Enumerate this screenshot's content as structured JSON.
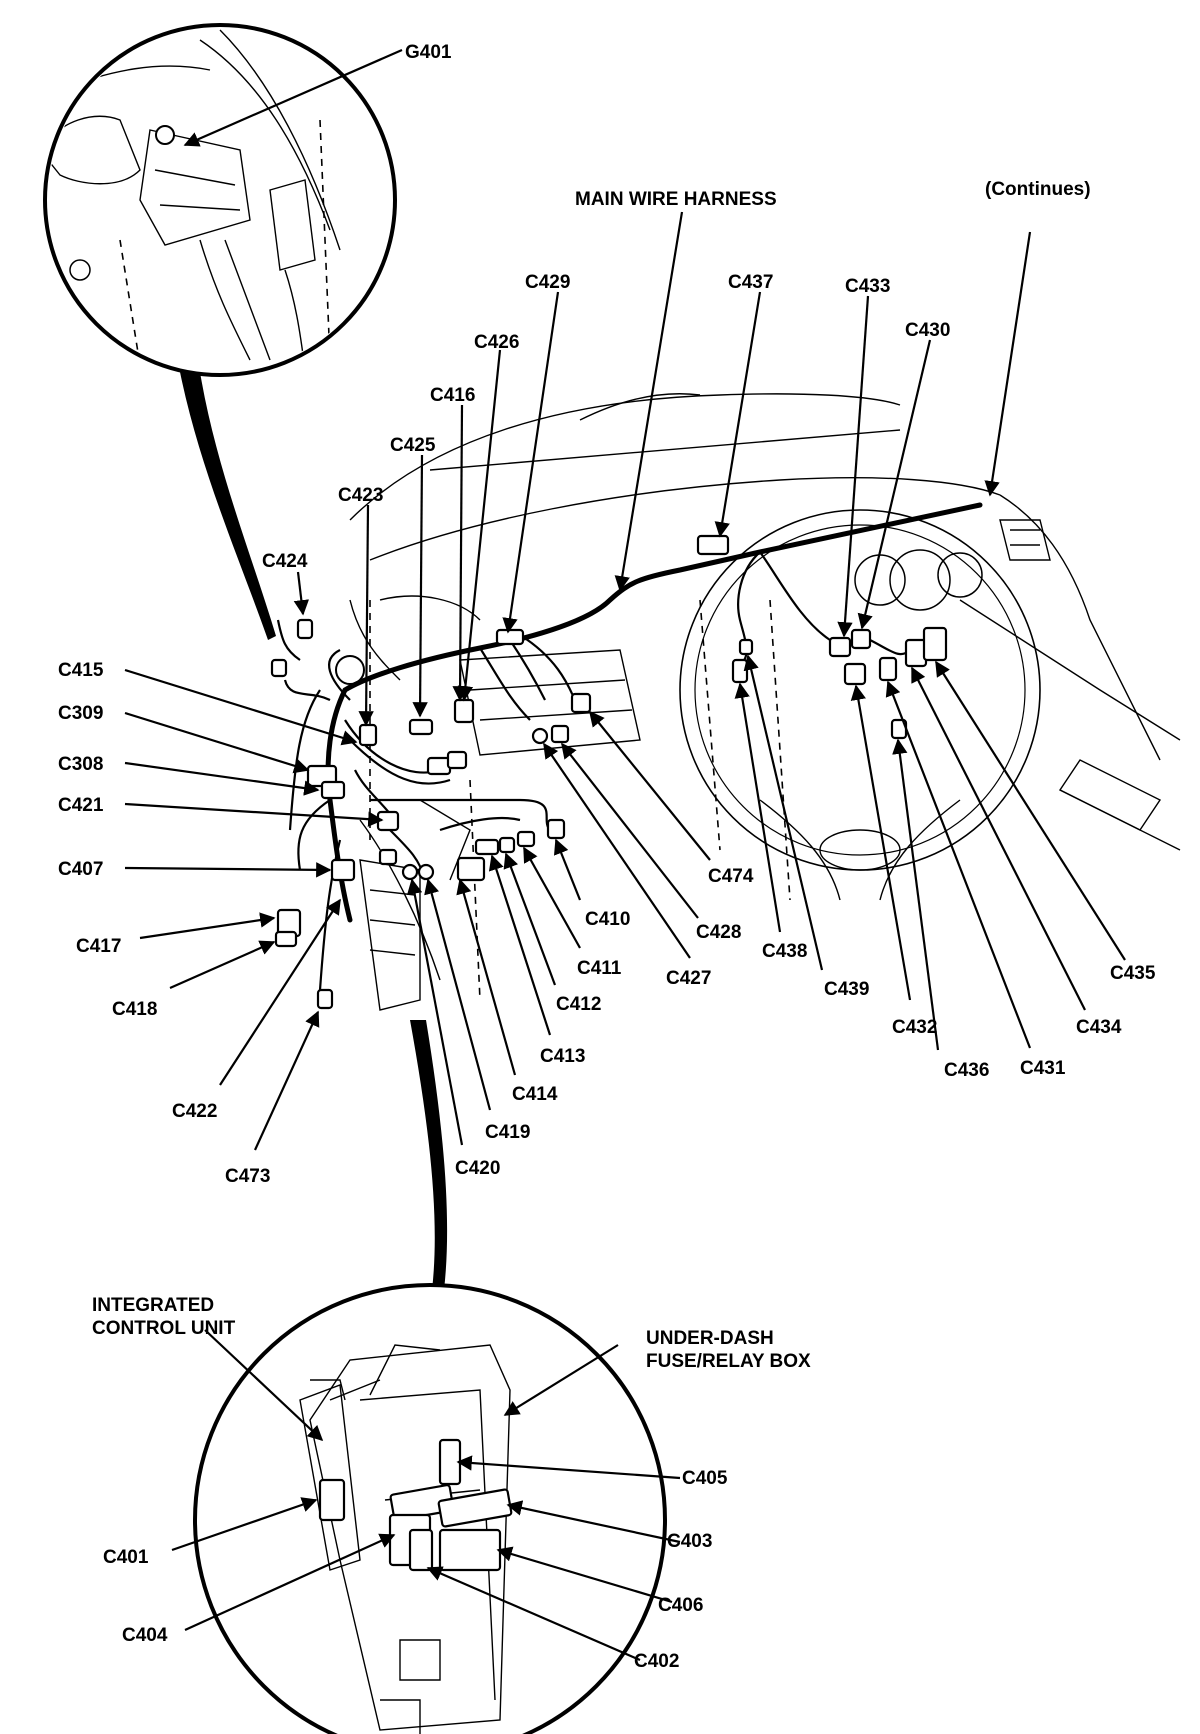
{
  "callouts": {
    "g401": "G401",
    "main_wire_harness": "MAIN WIRE HARNESS",
    "continues": "(Continues)",
    "integrated_control_unit_line1": "INTEGRATED",
    "integrated_control_unit_line2": "CONTROL UNIT",
    "under_dash_line1": "UNDER-DASH",
    "under_dash_line2": "FUSE/RELAY BOX"
  },
  "connectors": {
    "c429": "C429",
    "c437": "C437",
    "c433": "C433",
    "c430": "C430",
    "c426": "C426",
    "c416": "C416",
    "c425": "C425",
    "c423": "C423",
    "c424": "C424",
    "c415": "C415",
    "c309": "C309",
    "c308": "C308",
    "c421": "C421",
    "c407": "C407",
    "c417": "C417",
    "c418": "C418",
    "c422": "C422",
    "c473": "C473",
    "c420": "C420",
    "c419": "C419",
    "c414": "C414",
    "c413": "C413",
    "c412": "C412",
    "c411": "C411",
    "c410": "C410",
    "c427": "C427",
    "c428": "C428",
    "c474": "C474",
    "c438": "C438",
    "c439": "C439",
    "c432": "C432",
    "c436": "C436",
    "c431": "C431",
    "c434": "C434",
    "c435": "C435",
    "c405": "C405",
    "c403": "C403",
    "c401": "C401",
    "c406": "C406",
    "c404": "C404",
    "c402": "C402"
  }
}
